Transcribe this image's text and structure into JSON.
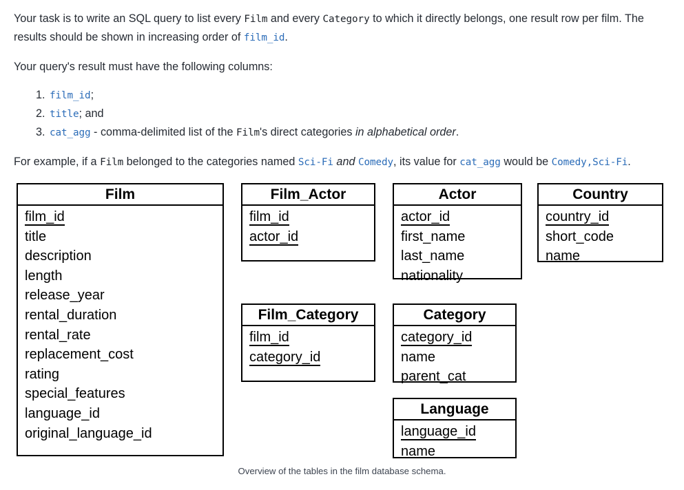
{
  "task": {
    "intro_1": "Your task is to write an SQL query to list every ",
    "intro_code_1": "Film",
    "intro_2": " and every ",
    "intro_code_2": "Category",
    "intro_3": " to which it directly belongs, one result row per film. The results should be shown in increasing order of ",
    "intro_code_3": "film_id",
    "intro_4": ".",
    "columns_lead": "Your query's result must have the following columns:",
    "columns": [
      {
        "code": "film_id",
        "after": ";"
      },
      {
        "code": "title",
        "after": "; and"
      },
      {
        "code": "cat_agg",
        "after": " - comma-delimited list of the ",
        "code2": "Film",
        "after2": "'s direct categories ",
        "italic": "in alphabetical order",
        "after3": "."
      }
    ],
    "example_1": "For example, if a ",
    "example_code_1": "Film",
    "example_2": " belonged to the categories named ",
    "example_code_2": "Sci-Fi",
    "example_italic": " and ",
    "example_code_3": "Comedy",
    "example_3": ", its value for ",
    "example_code_4": "cat_agg",
    "example_4": " would be ",
    "example_code_5": "Comedy,Sci-Fi",
    "example_5": "."
  },
  "diagram": {
    "caption": "Overview of the tables in the film database schema.",
    "tables": [
      {
        "name": "Film",
        "fields": [
          {
            "label": "film_id",
            "pk": true
          },
          {
            "label": "title",
            "pk": false
          },
          {
            "label": "description",
            "pk": false
          },
          {
            "label": "length",
            "pk": false
          },
          {
            "label": "release_year",
            "pk": false
          },
          {
            "label": "rental_duration",
            "pk": false
          },
          {
            "label": "rental_rate",
            "pk": false
          },
          {
            "label": "replacement_cost",
            "pk": false
          },
          {
            "label": "rating",
            "pk": false
          },
          {
            "label": "special_features",
            "pk": false
          },
          {
            "label": "language_id",
            "pk": false
          },
          {
            "label": "original_language_id",
            "pk": false
          }
        ]
      },
      {
        "name": "Film_Actor",
        "fields": [
          {
            "label": "film_id",
            "pk": true
          },
          {
            "label": "actor_id",
            "pk": true
          }
        ]
      },
      {
        "name": "Actor",
        "fields": [
          {
            "label": "actor_id",
            "pk": true
          },
          {
            "label": "first_name",
            "pk": false
          },
          {
            "label": "last_name",
            "pk": false
          },
          {
            "label": "nationality",
            "pk": false
          }
        ]
      },
      {
        "name": "Country",
        "fields": [
          {
            "label": "country_id",
            "pk": true
          },
          {
            "label": "short_code",
            "pk": false
          },
          {
            "label": "name",
            "pk": false
          }
        ]
      },
      {
        "name": "Film_Category",
        "fields": [
          {
            "label": "film_id",
            "pk": true
          },
          {
            "label": "category_id",
            "pk": true
          }
        ]
      },
      {
        "name": "Category",
        "fields": [
          {
            "label": "category_id",
            "pk": true
          },
          {
            "label": "name",
            "pk": false
          },
          {
            "label": "parent_cat",
            "pk": false
          }
        ]
      },
      {
        "name": "Language",
        "fields": [
          {
            "label": "language_id",
            "pk": true
          },
          {
            "label": "name",
            "pk": false
          }
        ]
      }
    ]
  },
  "colors": {
    "code_blue": "#2b6cb8",
    "text": "#262b33",
    "border": "#000000",
    "caption": "#3d4450"
  }
}
